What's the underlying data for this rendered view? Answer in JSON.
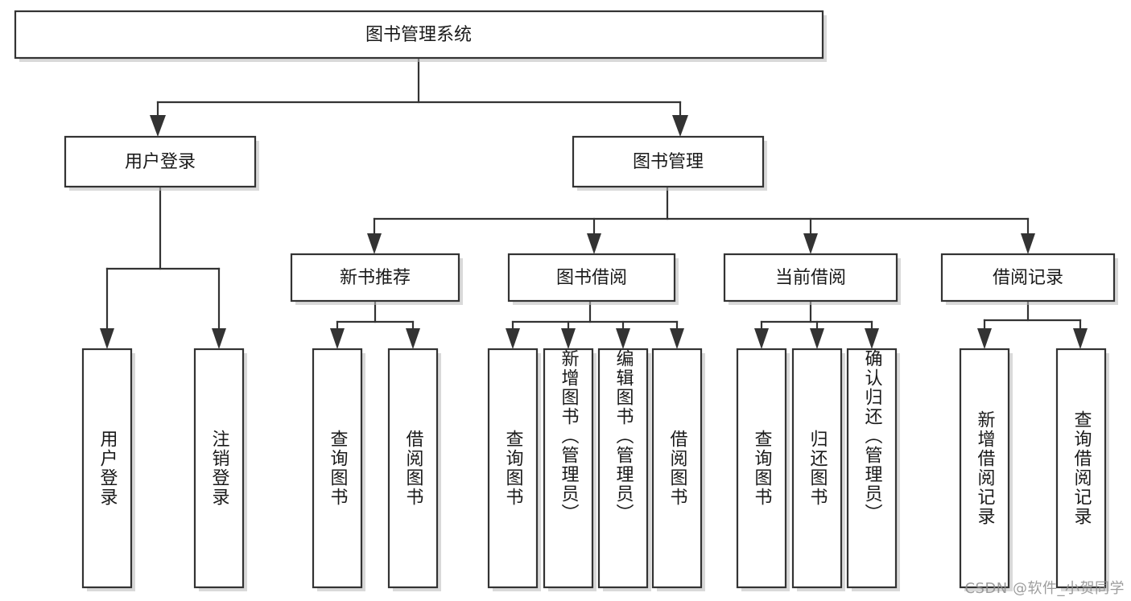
{
  "diagram": {
    "type": "tree-hierarchy-chart",
    "title": "图书管理系统",
    "colors": {
      "box_stroke": "#333333",
      "box_fill": "#ffffff",
      "connector": "#333333",
      "text": "#1a1a1a",
      "watermark": "#8d8d8d",
      "background": "#ffffff"
    },
    "root": {
      "label": "图书管理系统"
    },
    "level2": [
      {
        "label": "用户登录"
      },
      {
        "label": "图书管理"
      }
    ],
    "level3": [
      {
        "label": "新书推荐"
      },
      {
        "label": "图书借阅"
      },
      {
        "label": "当前借阅"
      },
      {
        "label": "借阅记录"
      }
    ],
    "leaves": {
      "user_login": [
        {
          "label": "用户登录"
        },
        {
          "label": "注销登录"
        }
      ],
      "new_book_recommend": [
        {
          "label": "查询图书"
        },
        {
          "label": "借阅图书"
        }
      ],
      "book_borrow": [
        {
          "label": "查询图书"
        },
        {
          "label": "新增图书（管理员）"
        },
        {
          "label": "编辑图书（管理员）"
        },
        {
          "label": "借阅图书"
        }
      ],
      "current_borrow": [
        {
          "label": "查询图书"
        },
        {
          "label": "归还图书"
        },
        {
          "label": "确认归还（管理员）"
        }
      ],
      "borrow_record": [
        {
          "label": "新增借阅记录"
        },
        {
          "label": "查询借阅记录"
        }
      ]
    }
  },
  "watermark": {
    "text": "CSDN @软件_小贺同学"
  }
}
